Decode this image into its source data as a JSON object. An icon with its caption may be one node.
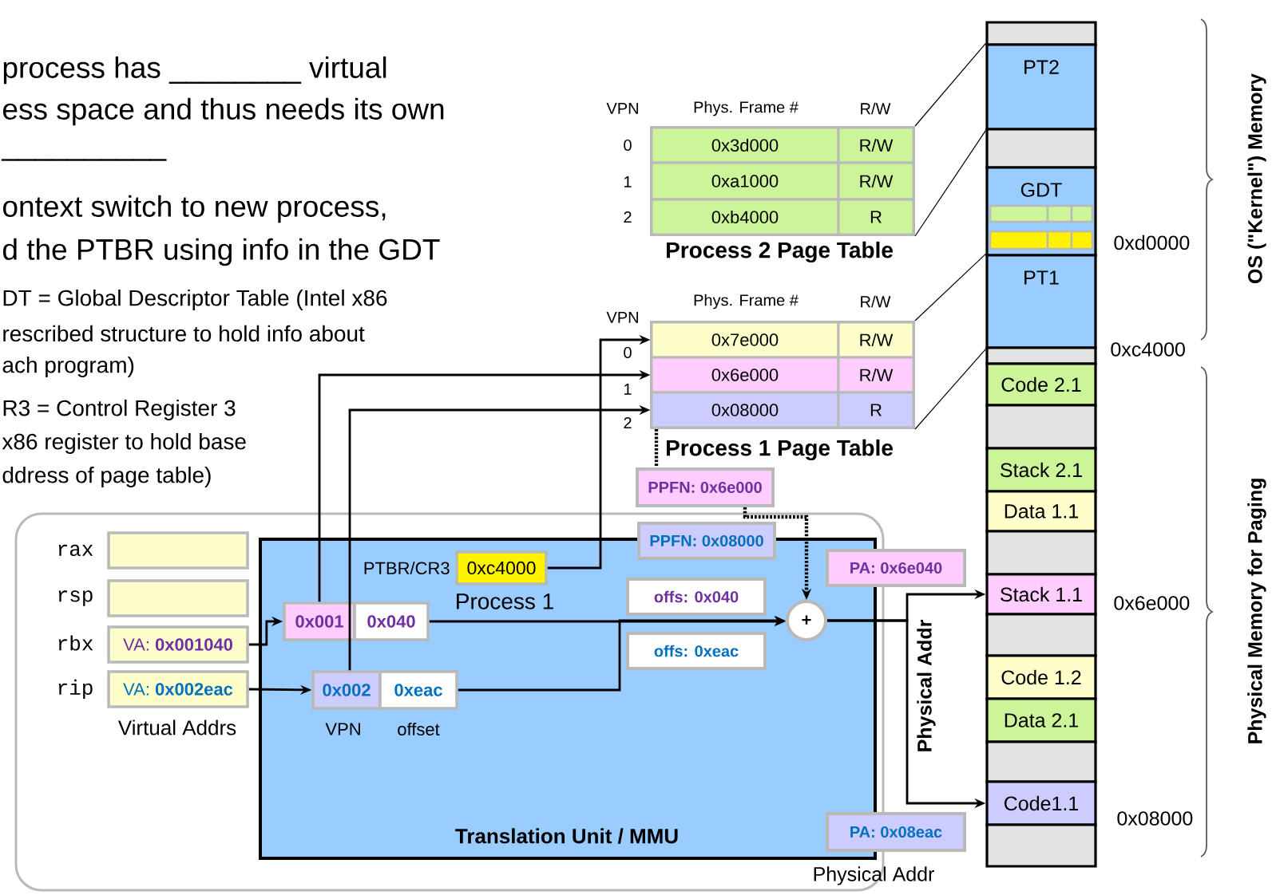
{
  "diagram": {
    "nodes": [
      {
        "text": [],
        "shape": "box"
      },
      {
        "text": [],
        "shape": "box",
        "beside": [
          "rax"
        ],
        "in": 0
      },
      {
        "text": [],
        "shape": "box",
        "beside": [
          "rsp"
        ],
        "in": 0
      },
      {
        "text": [
          "VA: **0x001040**"
        ],
        "beside": [
          "rbx"
        ],
        "in": 0
      },
      {
        "text": [
          "VA: **0x002eac**"
        ],
        "beside": [
          "rip"
        ],
        "in": 0
      },
      {
        "text": [
          "Translation Unit / MMU"
        ],
        "in": 0
      },
      {
        "text": [
          "0xc4000"
        ],
        "beside": [
          "PTBR/CR3",
          "Process 1"
        ],
        "in": 5
      },
      {
        "text": [
          "0x001"
        ],
        "in": 5
      },
      {
        "text": [
          "0x040"
        ],
        "in": 5
      },
      {
        "text": [
          "0x002"
        ],
        "in": 5
      },
      {
        "text": [
          "0xeac"
        ],
        "in": 5
      },
      {
        "text": [
          "offs: 0x040"
        ],
        "in": 5
      },
      {
        "text": [
          "offs: 0xeac"
        ],
        "in": 5
      },
      {
        "text": [
          "PPFN: 0x08000"
        ],
        "in": 0
      },
      {
        "text": [
          "PPFN: 0x6e000"
        ]
      },
      {
        "text": [
          "+"
        ],
        "in": 5
      },
      {
        "text": [
          "PA: 0x6e040"
        ]
      },
      {
        "text": [
          "PA: 0x08eac"
        ]
      },
      {
        "text": [
          "Process 2 Page Table"
        ]
      },
      {
        "text": [
          "0x3d000"
        ],
        "in": 18
      },
      {
        "text": [
          "R/W"
        ],
        "in": 18
      },
      {
        "text": [
          "0xa1000"
        ],
        "in": 18
      },
      {
        "text": [
          "R/W"
        ],
        "in": 18
      },
      {
        "text": [
          "0xb4000"
        ],
        "in": 18
      },
      {
        "text": [
          "R"
        ],
        "in": 18
      },
      {
        "text": [
          "Process 1 Page Table"
        ]
      },
      {
        "text": [
          "0x7e000"
        ],
        "in": 25
      },
      {
        "text": [
          "R/W"
        ],
        "in": 25
      },
      {
        "text": [
          "0x6e000"
        ],
        "in": 25
      },
      {
        "text": [
          "R/W"
        ],
        "in": 25
      },
      {
        "text": [
          "0x08000"
        ],
        "in": 25
      },
      {
        "text": [
          "R"
        ],
        "in": 25
      },
      {
        "text": [],
        "shape": "box"
      },
      {
        "text": [
          "PT2"
        ]
      },
      {
        "text": [],
        "shape": "box"
      },
      {
        "text": [
          "GDT"
        ]
      },
      {
        "text": [
          "PT1"
        ],
        "beside": [
          "0xd0000",
          "0xc4000"
        ]
      },
      {
        "text": [],
        "shape": "box"
      },
      {
        "text": [
          "Code 2.1"
        ]
      },
      {
        "text": [],
        "shape": "box"
      },
      {
        "text": [
          "Stack 2.1"
        ]
      },
      {
        "text": [
          "Data 1.1"
        ]
      },
      {
        "text": [],
        "shape": "box"
      },
      {
        "text": [
          "Stack 1.1"
        ],
        "beside": [
          "0x6e000"
        ]
      },
      {
        "text": [],
        "shape": "box"
      },
      {
        "text": [
          "Code 1.2"
        ]
      },
      {
        "text": [
          "Data 2.1"
        ]
      },
      {
        "text": [],
        "shape": "box"
      },
      {
        "text": [
          "Code1.1"
        ],
        "beside": [
          "0x08000"
        ]
      },
      {
        "text": [],
        "shape": "box"
      }
    ],
    "edges": [
      {
        "from": 3,
        "to": 7,
        "arrow": "to"
      },
      {
        "from": 4,
        "to": 9,
        "arrow": "to"
      },
      {
        "from": 6,
        "to": 26,
        "arrow": "to"
      },
      {
        "from": 7,
        "to": 28,
        "arrow": "to"
      },
      {
        "from": 9,
        "to": 30,
        "arrow": "to"
      },
      {
        "from": 8,
        "to": 15,
        "arrow": "to"
      },
      {
        "from": 10,
        "to": 15,
        "arrow": "to"
      },
      {
        "from": 25,
        "to": 14,
        "arrow": "none",
        "style": "dashed"
      },
      {
        "from": 14,
        "to": 15,
        "arrow": "to",
        "style": "dashed"
      },
      {
        "from": 15,
        "to": 43,
        "arrow": "to"
      },
      {
        "from": 15,
        "to": 48,
        "arrow": "to"
      },
      {
        "from": 18,
        "to": 33,
        "arrow": "none"
      },
      {
        "from": 18,
        "to": 33,
        "arrow": "none"
      },
      {
        "from": 25,
        "to": 36,
        "arrow": "none"
      },
      {
        "from": 25,
        "to": 36,
        "arrow": "none"
      }
    ],
    "labels": [
      "process has ________ virtual",
      "ess space and thus needs its own",
      "__________",
      "ontext switch to new process,",
      "d the PTBR using info in the GDT",
      "DT = Global Descriptor Table (Intel x86",
      "rescribed structure to hold info about",
      "ach program)",
      "R3 = Control Register 3",
      "x86 register to hold base",
      "ddress of page table)",
      "Virtual Addrs",
      "VPN",
      "offset",
      "VPN",
      "Phys. Frame #",
      "R/W",
      "0",
      "1",
      "2",
      "VPN",
      "Phys. Frame #",
      "R/W",
      "0",
      "1",
      "2",
      "Physical Addr",
      "Physical Addr",
      "OS (\"Kernel\") Memory",
      "Physical Memory for Paging"
    ]
  }
}
